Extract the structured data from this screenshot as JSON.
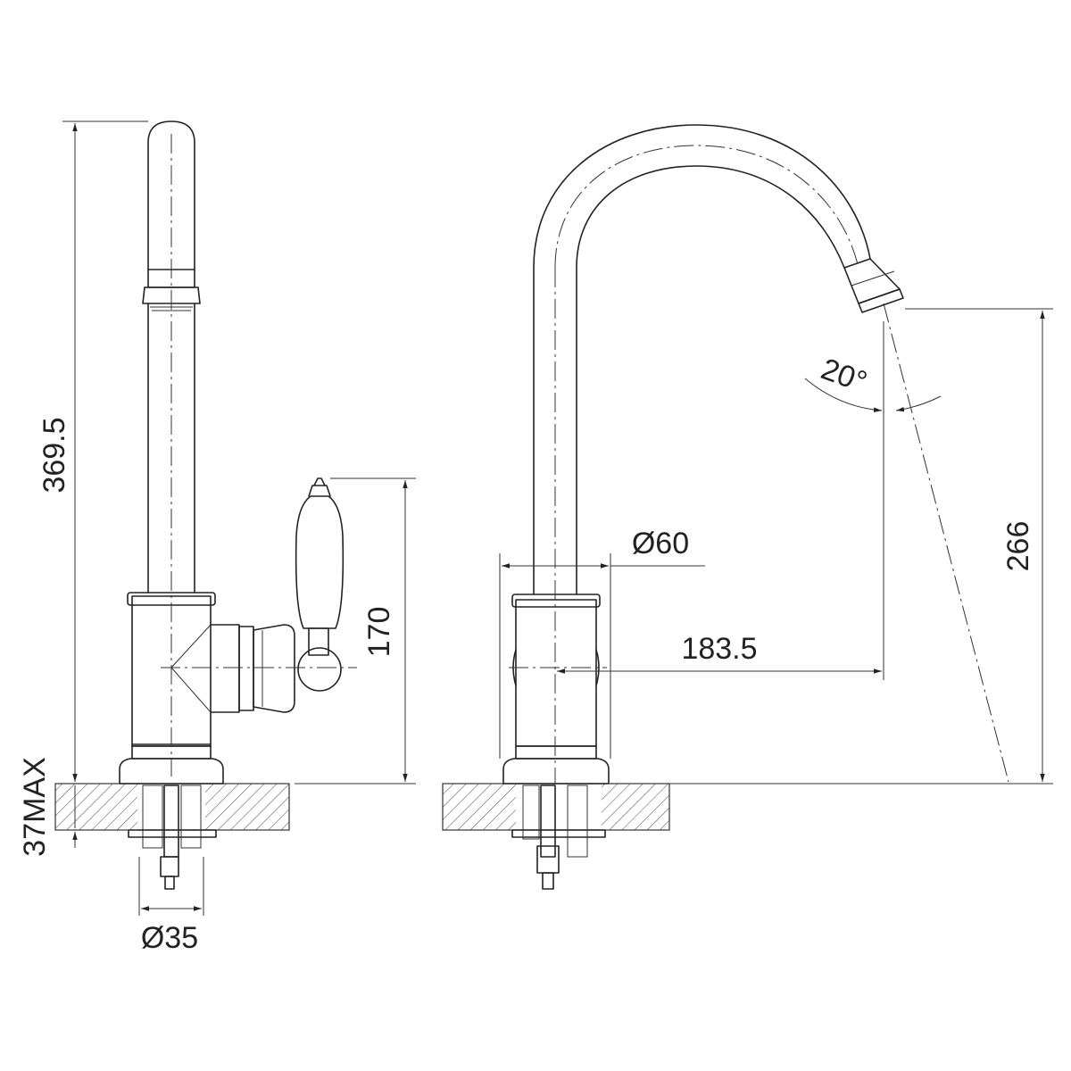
{
  "dimensions": {
    "total_height": "369.5",
    "handle_height": "170",
    "deck_thickness": "37MAX",
    "shank_diameter": "Ø35",
    "body_diameter": "Ø60",
    "reach": "183.5",
    "spout_height": "266",
    "spout_angle": "20°"
  },
  "colors": {
    "line": "#222222",
    "hatch": "#555555"
  }
}
